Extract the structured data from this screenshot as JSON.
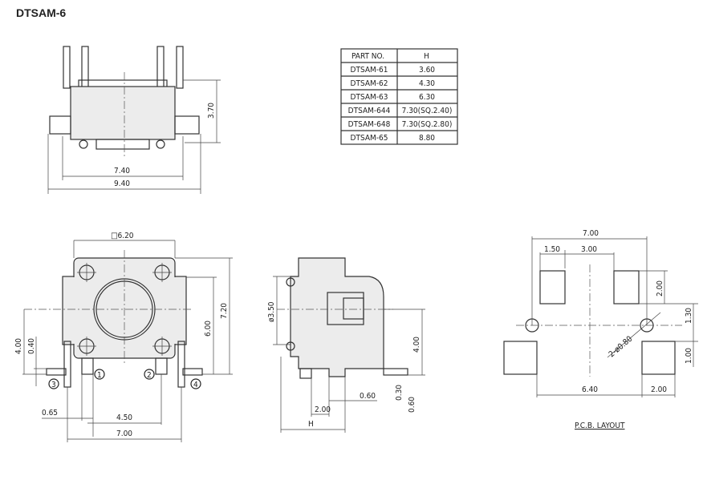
{
  "title": "DTSAM-6",
  "table": {
    "headers": [
      "PART NO.",
      "H"
    ],
    "rows": [
      [
        "DTSAM-61",
        "3.60"
      ],
      [
        "DTSAM-62",
        "4.30"
      ],
      [
        "DTSAM-63",
        "6.30"
      ],
      [
        "DTSAM-644",
        "7.30(SQ.2.40)"
      ],
      [
        "DTSAM-648",
        "7.30(SQ.2.80)"
      ],
      [
        "DTSAM-65",
        "8.80"
      ]
    ]
  },
  "top_view": {
    "h": "3.70",
    "w1": "7.40",
    "w2": "9.40"
  },
  "front_view": {
    "sq": "□6.20",
    "h1": "6.00",
    "h2": "7.20",
    "h3": "4.00",
    "h4": "0.40",
    "w1": "0.65",
    "w2": "4.50",
    "w3": "7.00",
    "pins": [
      "1",
      "2",
      "3",
      "4"
    ]
  },
  "side_view": {
    "dia": "ø3.50",
    "h": "4.00",
    "w1": "2.00",
    "w2": "0.60",
    "v1": "0.30",
    "v2": "0.60",
    "H": "H"
  },
  "pcb": {
    "w": "7.00",
    "a": "1.50",
    "b": "3.00",
    "c": "2.00",
    "d": "1.30",
    "e": "1.00",
    "f": "6.40",
    "g": "2.00",
    "hole": "2-ø0.80",
    "label": "P.C.B. LAYOUT"
  }
}
